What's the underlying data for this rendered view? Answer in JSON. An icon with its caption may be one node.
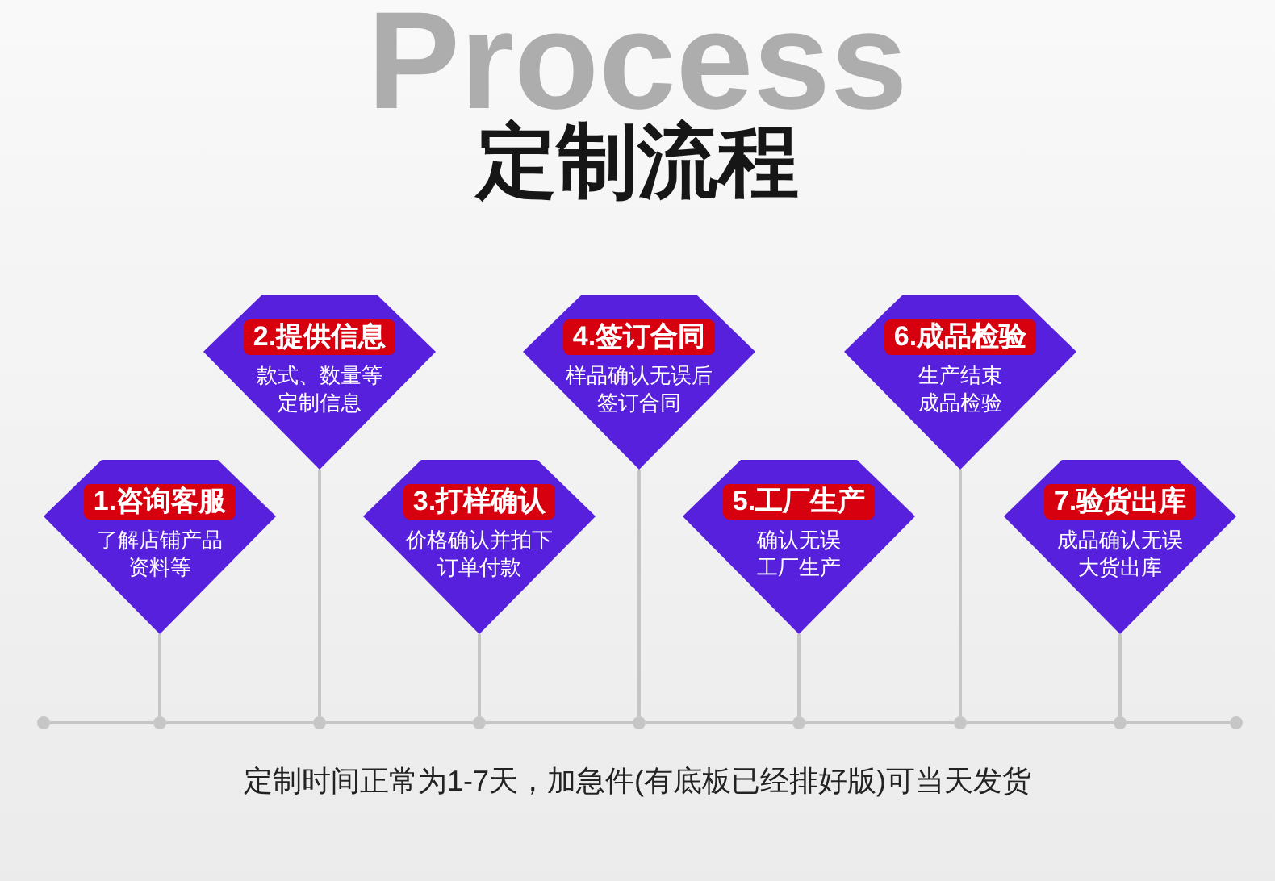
{
  "diagram": {
    "title": "定制流程",
    "caption": "定制时间正常为1-7天，加急件(有底板已经排好版)可当天发货",
    "nodes": [
      {
        "text": [
          "1.咨询客服",
          "了解店铺产品资料等"
        ]
      },
      {
        "text": [
          "2.提供信息",
          "款式、数量等定制信息"
        ]
      },
      {
        "text": [
          "3.打样确认",
          "价格确认并拍下订单付款"
        ]
      },
      {
        "text": [
          "4.签订合同",
          "样品确认无误后签订合同"
        ]
      },
      {
        "text": [
          "5.工厂生产",
          "确认无误工厂生产"
        ]
      },
      {
        "text": [
          "6.成品检验",
          "生产结束成品检验"
        ]
      },
      {
        "text": [
          "7.验货出库",
          "成品确认无误大货出库"
        ]
      },
      {
        "text": [],
        "shape": "circle"
      },
      {
        "text": [],
        "shape": "circle"
      },
      {
        "text": [],
        "shape": "circle"
      },
      {
        "text": [],
        "shape": "circle"
      },
      {
        "text": [],
        "shape": "circle"
      },
      {
        "text": [],
        "shape": "circle"
      },
      {
        "text": [],
        "shape": "circle"
      },
      {
        "text": [],
        "shape": "circle"
      },
      {
        "text": [],
        "shape": "circle"
      }
    ],
    "edges": [
      {
        "from": 0,
        "to": 8,
        "arrow": "none"
      },
      {
        "from": 1,
        "to": 9,
        "arrow": "none"
      },
      {
        "from": 2,
        "to": 10,
        "arrow": "none"
      },
      {
        "from": 3,
        "to": 11,
        "arrow": "none"
      },
      {
        "from": 4,
        "to": 12,
        "arrow": "none"
      },
      {
        "from": 5,
        "to": 13,
        "arrow": "none"
      },
      {
        "from": 6,
        "to": 14,
        "arrow": "none"
      },
      {
        "from": 7,
        "to": 8,
        "arrow": "none"
      },
      {
        "from": 8,
        "to": 9,
        "arrow": "none"
      },
      {
        "from": 9,
        "to": 10,
        "arrow": "none"
      },
      {
        "from": 10,
        "to": 11,
        "arrow": "none"
      },
      {
        "from": 11,
        "to": 12,
        "arrow": "none"
      },
      {
        "from": 12,
        "to": 13,
        "arrow": "none"
      },
      {
        "from": 13,
        "to": 14,
        "arrow": "none"
      },
      {
        "from": 14,
        "to": 15,
        "arrow": "none"
      }
    ],
    "labels": [
      "Process"
    ]
  }
}
